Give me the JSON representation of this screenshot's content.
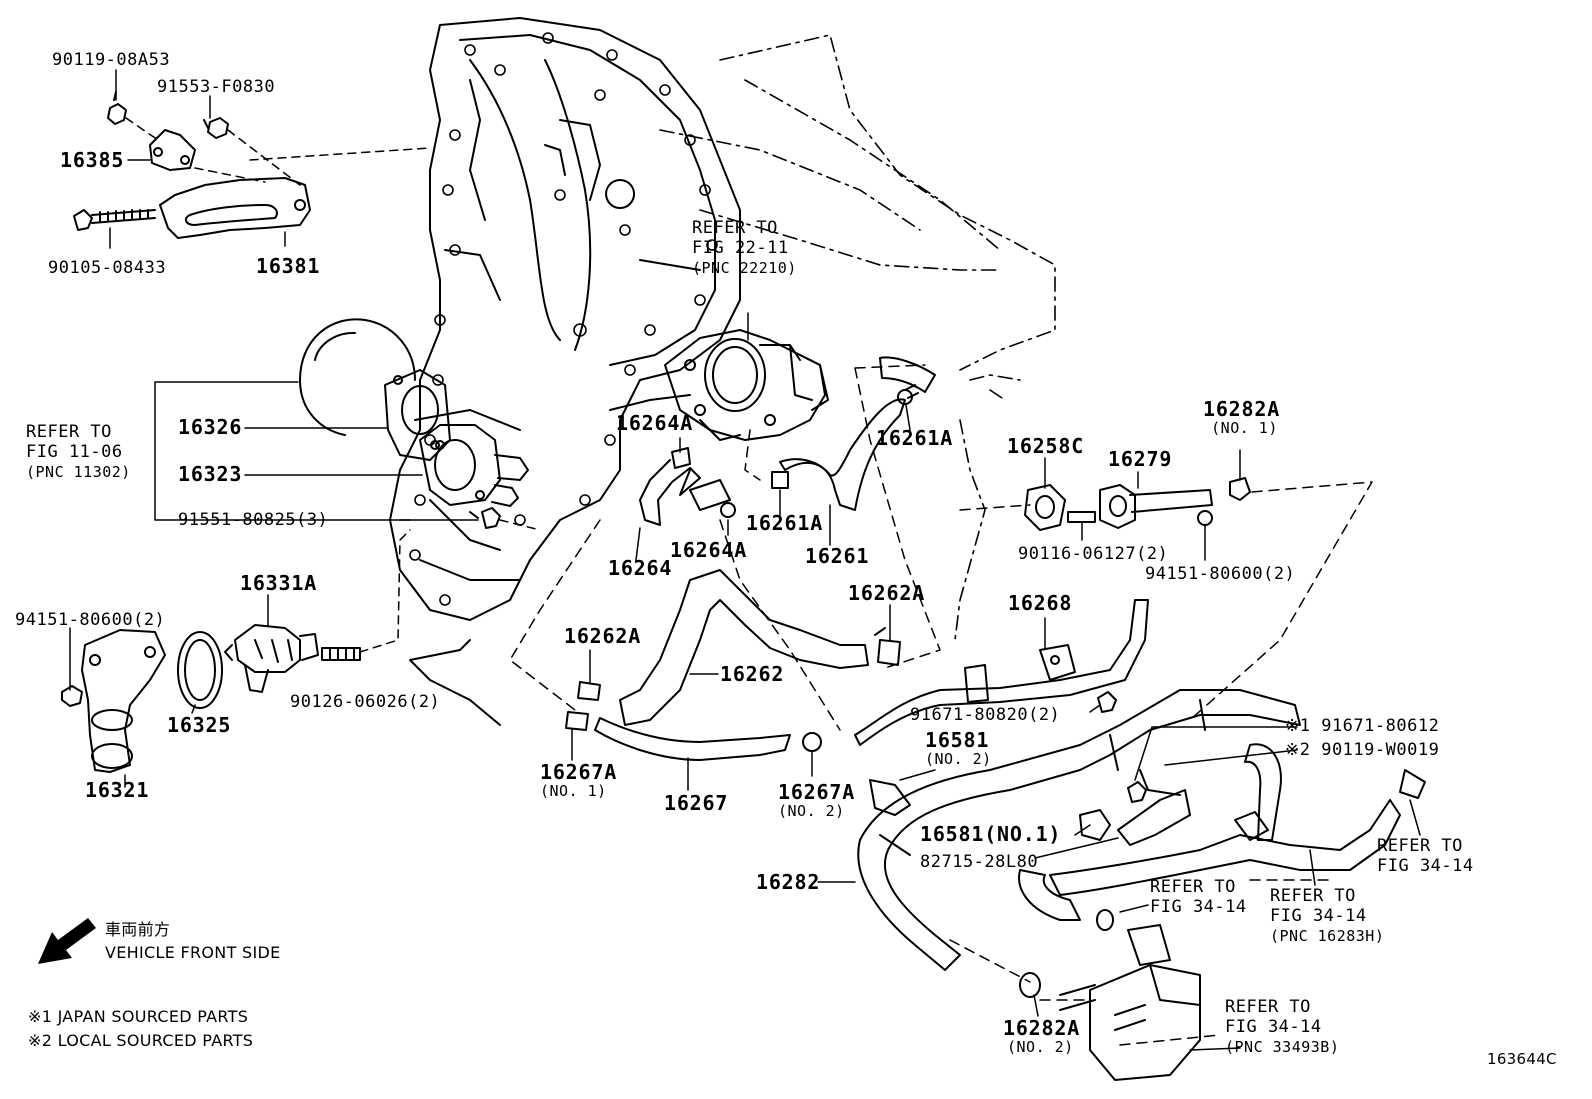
{
  "part_labels": {
    "p90119_08A53": "90119-08A53",
    "p91553_F0830": "91553-F0830",
    "p16385": "16385",
    "p90105_08433": "90105-08433",
    "p16381": "16381",
    "p16326": "16326",
    "p16323": "16323",
    "p91551_80825": "91551-80825(3)",
    "p16331A": "16331A",
    "p94151_80600_left": "94151-80600(2)",
    "p16325": "16325",
    "p90126_06026": "90126-06026(2)",
    "p16321": "16321",
    "p16264A_top": "16264A",
    "p16264": "16264",
    "p16264A_bottom": "16264A",
    "p16261A_top": "16261A",
    "p16261A_mid": "16261A",
    "p16261": "16261",
    "p16262A_right": "16262A",
    "p16262A_left": "16262A",
    "p16262": "16262",
    "p16267A_left": "16267A",
    "p16267A_left_sub": "(NO. 1)",
    "p16267": "16267",
    "p16267A_right": "16267A",
    "p16267A_right_sub": "(NO. 2)",
    "p16258C": "16258C",
    "p16279": "16279",
    "p16282A_top": "16282A",
    "p16282A_top_sub": "(NO. 1)",
    "p90116_06127": "90116-06127(2)",
    "p94151_80600_right": "94151-80600(2)",
    "p16268": "16268",
    "p91671_80820": "91671-80820(2)",
    "p16581_no2": "16581",
    "p16581_no2_sub": "(NO. 2)",
    "p91671_80612": "※1 91671-80612",
    "p90119_W0019": "※2 90119-W0019",
    "p16581_no1": "16581(NO.1)",
    "p82715_28L80": "82715-28L80",
    "p16282": "16282",
    "p16282A_bottom": "16282A",
    "p16282A_bottom_sub": "(NO. 2)"
  },
  "references": {
    "fig22_11": [
      "REFER TO",
      "FIG 22-11",
      "(PNC 22210)"
    ],
    "fig11_06": [
      "REFER TO",
      "FIG 11-06",
      "(PNC 11302)"
    ],
    "fig34_14_right": [
      "REFER TO",
      "FIG 34-14"
    ],
    "fig34_14_center": [
      "REFER TO",
      "FIG 34-14"
    ],
    "fig34_14_pnc16283H": [
      "REFER TO",
      "FIG 34-14",
      "(PNC 16283H)"
    ],
    "fig34_14_pnc33493B": [
      "REFER TO",
      "FIG 34-14",
      "(PNC 33493B)"
    ]
  },
  "legend": {
    "direction_jp": "車両前方",
    "direction_en": "VEHICLE FRONT SIDE",
    "note1": "※1 JAPAN SOURCED PARTS",
    "note2": "※2 LOCAL SOURCED PARTS"
  },
  "figure_code": "163644C",
  "colors": {
    "line": "#000000",
    "background": "#ffffff"
  }
}
